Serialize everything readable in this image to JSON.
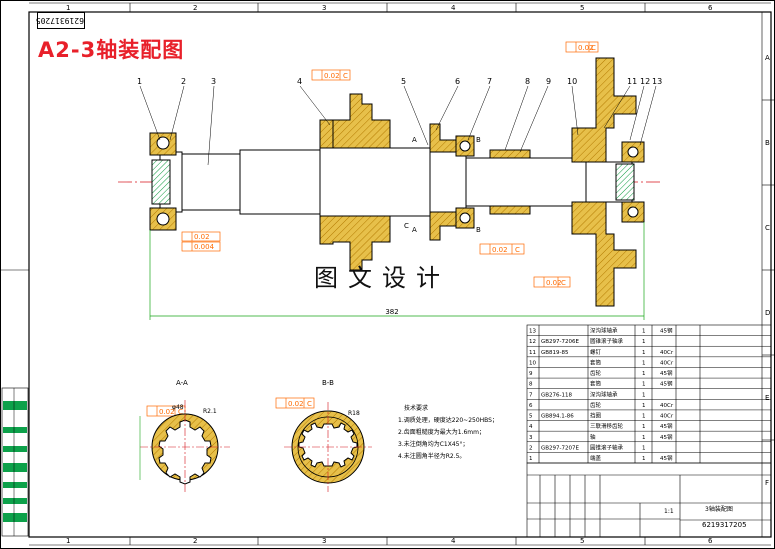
{
  "drawing": {
    "title": "A2-3轴装配图",
    "watermark": "图文设计",
    "stamp": "6219317205",
    "dimension_total": "382",
    "section_aa": "A-A",
    "section_bb": "B-B",
    "tolerance_label": "0.02",
    "tolerance_ref": "C",
    "tolerance_perp": "0.004",
    "dim_r": "R2.1",
    "dim_r2": "R18",
    "dim_phi": "φ48"
  },
  "column_labels_top": [
    "1",
    "2",
    "3",
    "4",
    "5",
    "6"
  ],
  "row_labels": [
    "A",
    "B",
    "C",
    "D",
    "E",
    "F"
  ],
  "part_numbers": [
    "1",
    "2",
    "3",
    "4",
    "5",
    "6",
    "7",
    "8",
    "9",
    "10",
    "11",
    "12",
    "13"
  ],
  "tech_requirements": {
    "heading": "技术要求",
    "items": [
      "1.调质处理，硬度达220~250HBS；",
      "2.齿面粗糙度为最大为1.6mm；",
      "3.未注倒角均为C1X45°；",
      "4.未注圆角半径为R2.5。"
    ]
  },
  "parts_list": [
    {
      "no": "13",
      "code": "",
      "name": "深沟球轴承",
      "qty": "1",
      "mat": "45钢"
    },
    {
      "no": "12",
      "code": "GB297-7206E",
      "name": "圆锥滚子轴承",
      "qty": "1",
      "mat": ""
    },
    {
      "no": "11",
      "code": "GB819-85",
      "name": "螺钉",
      "qty": "1",
      "mat": "40Cr"
    },
    {
      "no": "10",
      "code": "",
      "name": "套筒",
      "qty": "1",
      "mat": "40Cr"
    },
    {
      "no": "9",
      "code": "",
      "name": "齿轮",
      "qty": "1",
      "mat": "45钢"
    },
    {
      "no": "8",
      "code": "",
      "name": "套筒",
      "qty": "1",
      "mat": "45钢"
    },
    {
      "no": "7",
      "code": "GB276-118",
      "name": "深沟球轴承",
      "qty": "1",
      "mat": ""
    },
    {
      "no": "6",
      "code": "",
      "name": "齿轮",
      "qty": "1",
      "mat": "40Cr"
    },
    {
      "no": "5",
      "code": "GB894.1-86",
      "name": "挡圈",
      "qty": "1",
      "mat": "40Cr"
    },
    {
      "no": "4",
      "code": "",
      "name": "三联滑移齿轮",
      "qty": "1",
      "mat": "45钢"
    },
    {
      "no": "3",
      "code": "",
      "name": "轴",
      "qty": "1",
      "mat": "45钢"
    },
    {
      "no": "2",
      "code": "GB297-7207E",
      "name": "圆锥滚子轴承",
      "qty": "1",
      "mat": ""
    },
    {
      "no": "1",
      "code": "",
      "name": "端盖",
      "qty": "1",
      "mat": "45钢"
    }
  ],
  "title_block": {
    "drawing_name": "3轴装配图",
    "drawing_no": "6219317205",
    "scale": "1:1"
  },
  "colors": {
    "line": "#000000",
    "hatch": "#e3b62b",
    "part_fill": "#ffffff",
    "center": "#d6131b",
    "dimension": "#18a518",
    "red_text": "#e8202a",
    "annotation": "#ff6a00",
    "border_green": "#0da14a"
  }
}
